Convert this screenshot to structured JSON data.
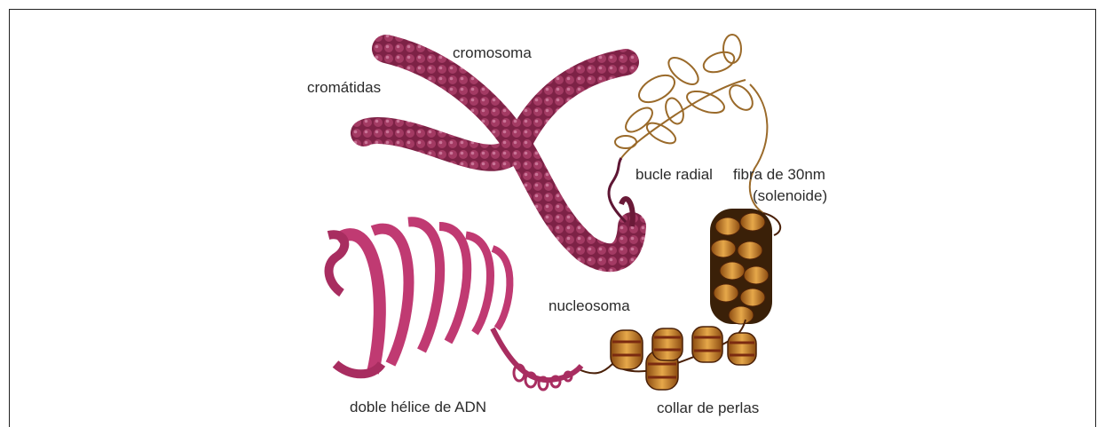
{
  "labels": {
    "cromosoma": "cromosoma",
    "cromatidas": "cromátidas",
    "bucle_radial": "bucle radial",
    "fibra_line1": "fibra de 30nm",
    "fibra_line2": "(solenoide)",
    "nucleosoma": "nucleosoma",
    "doble_helice": "doble hélice de ADN",
    "collar": "collar de perlas"
  },
  "colors": {
    "chromosome": "#8a2a4f",
    "chromosome_dark": "#5e1634",
    "helix": "#c03a72",
    "loops": "#9a6a2a",
    "nucleosome": "#c77a1e",
    "nucleosome_band": "#7a2a10"
  }
}
